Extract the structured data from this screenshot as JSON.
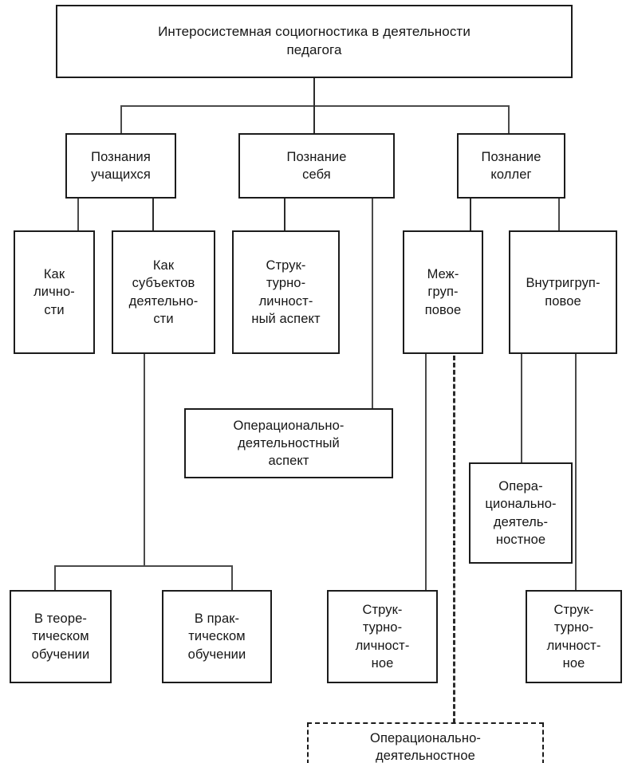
{
  "diagram": {
    "title_box": {
      "label": "Интеросистемная социогностика в деятельности\nпедагога"
    },
    "level2": [
      {
        "label": "Познания\nучащихся"
      },
      {
        "label": "Познание\nсебя"
      },
      {
        "label": "Познание\nколлег"
      }
    ],
    "level3": [
      {
        "label": "Как\nлично-\nсти"
      },
      {
        "label": "Как\nсубъектов\nдеятельно-\nсти"
      },
      {
        "label": "Струк-\nтурно-\nличност-\nный аспект"
      },
      {
        "label": "Меж-\nгруп-\nповое"
      },
      {
        "label": "Внутригруп-\nповое"
      }
    ],
    "level4": [
      {
        "label": "Операционально-\nдеятельностный\nаспект"
      },
      {
        "label": "Опера-\nционально-\nдеятель-\nностное"
      }
    ],
    "level5": [
      {
        "label": "В теоре-\nтическом\nобучении"
      },
      {
        "label": "В прак-\nтическом\nобучении"
      },
      {
        "label": "Струк-\nтурно-\nличност-\nное"
      },
      {
        "label": "Струк-\nтурно-\nличност-\nное"
      }
    ],
    "level6": [
      {
        "label": "Операционально-\nдеятельностное"
      }
    ]
  },
  "style": {
    "line_color": "#2b2b2b",
    "border_color": "#1c1c1c",
    "text_color": "#161616",
    "background": "#ffffff"
  }
}
